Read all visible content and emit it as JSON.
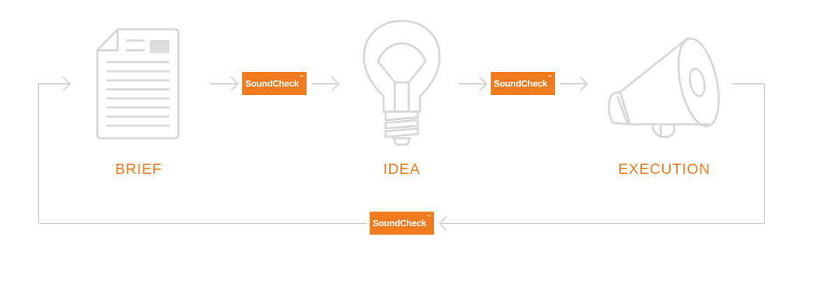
{
  "colors": {
    "accent": "#f07b1f",
    "line": "#d4d4d4",
    "icon_stroke": "#d7d7d7",
    "icon_fill": "#dcdcdc",
    "badge_text": "#ffffff"
  },
  "stages": [
    {
      "label": "BRIEF",
      "icon": "document-icon"
    },
    {
      "label": "IDEA",
      "icon": "lightbulb-icon"
    },
    {
      "label": "EXECUTION",
      "icon": "megaphone-icon"
    }
  ],
  "badges": [
    {
      "text": "SoundCheck",
      "mark": "™"
    },
    {
      "text": "SoundCheck",
      "mark": "™"
    },
    {
      "text": "SoundCheck",
      "mark": "™"
    }
  ]
}
